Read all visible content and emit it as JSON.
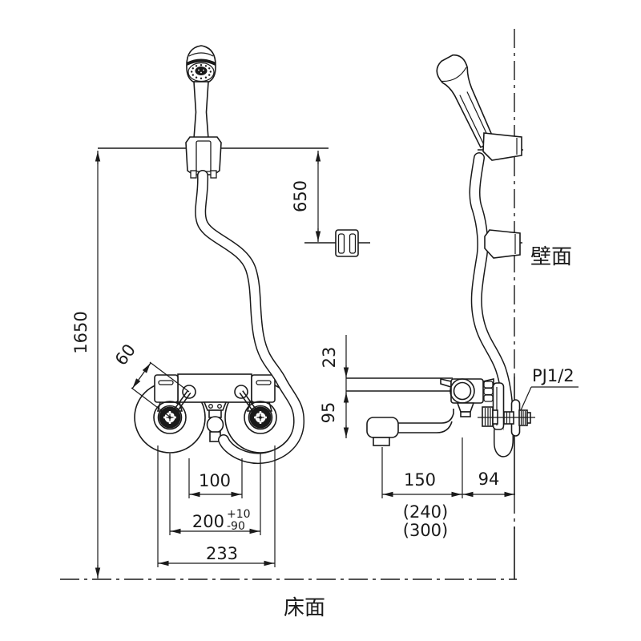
{
  "drawing": {
    "stroke_color": "#1a1a1a",
    "dimensions": {
      "overall_height": "1650",
      "holder_height": "650",
      "handle_length": "60",
      "body_top_offset": "23",
      "spout_drop": "95",
      "center_pitch": "100",
      "install_pitch": "200",
      "install_pitch_tol_plus": "+10",
      "install_pitch_tol_minus": "-90",
      "overall_width": "233",
      "spout_reach": "150",
      "wall_offset": "94",
      "spout_reach_alt_1": "(240)",
      "spout_reach_alt_2": "(300)"
    },
    "labels": {
      "connection": "PJ1/2",
      "wall_surface": "壁面",
      "floor_surface": "床面"
    }
  }
}
